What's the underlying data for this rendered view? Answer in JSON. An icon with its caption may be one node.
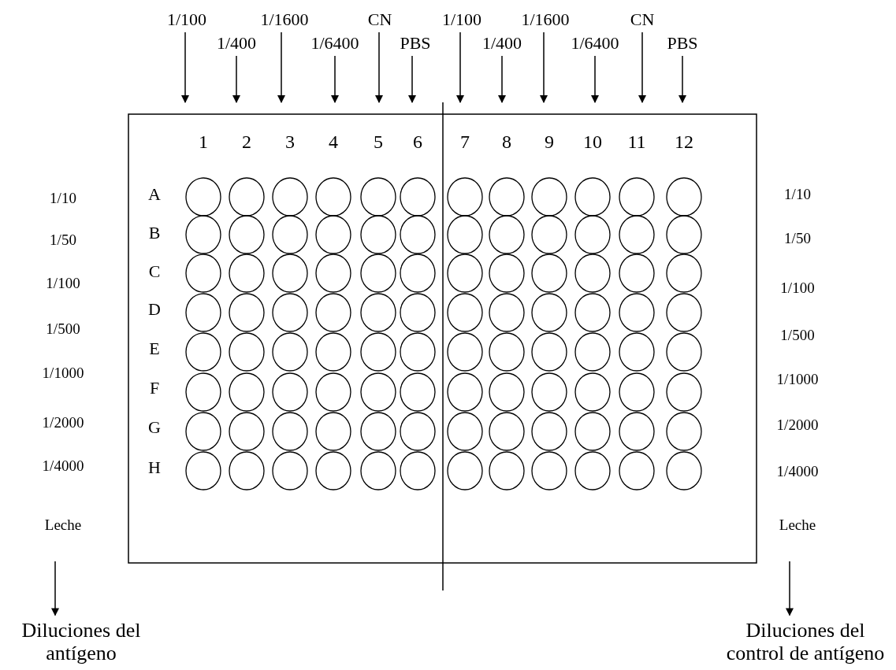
{
  "diagram": {
    "nodes": [
      {
        "text": [
          "1/100"
        ]
      },
      {
        "text": [
          "1/400"
        ]
      },
      {
        "text": [
          "1/1600"
        ]
      },
      {
        "text": [
          "1/6400"
        ]
      },
      {
        "text": [
          "CN"
        ]
      },
      {
        "text": [
          "PBS"
        ]
      },
      {
        "text": [
          "1/100"
        ]
      },
      {
        "text": [
          "1/400"
        ]
      },
      {
        "text": [
          "1/1600"
        ]
      },
      {
        "text": [
          "1/6400"
        ]
      },
      {
        "text": [
          "CN"
        ]
      },
      {
        "text": [
          "PBS"
        ]
      },
      {
        "text": [
          "Leche"
        ]
      },
      {
        "text": [
          "Diluciones del antígeno"
        ]
      },
      {
        "text": [
          "Leche"
        ]
      },
      {
        "text": [
          "Diluciones del control de antígeno"
        ]
      }
    ],
    "edges": [
      {
        "from": 0,
        "to": null,
        "arrow": "to"
      },
      {
        "from": 1,
        "to": null,
        "arrow": "to"
      },
      {
        "from": 2,
        "to": null,
        "arrow": "to"
      },
      {
        "from": 3,
        "to": null,
        "arrow": "to"
      },
      {
        "from": 4,
        "to": null,
        "arrow": "to"
      },
      {
        "from": 5,
        "to": null,
        "arrow": "to"
      },
      {
        "from": 6,
        "to": null,
        "arrow": "to"
      },
      {
        "from": 7,
        "to": null,
        "arrow": "to"
      },
      {
        "from": 8,
        "to": null,
        "arrow": "to"
      },
      {
        "from": 9,
        "to": null,
        "arrow": "to"
      },
      {
        "from": 10,
        "to": null,
        "arrow": "to"
      },
      {
        "from": 11,
        "to": null,
        "arrow": "to"
      },
      {
        "from": 12,
        "to": 13,
        "arrow": "to"
      },
      {
        "from": 14,
        "to": 15,
        "arrow": "to"
      }
    ],
    "labels": [
      "1",
      "2",
      "3",
      "4",
      "5",
      "6",
      "7",
      "8",
      "9",
      "10",
      "11",
      "12",
      "A",
      "B",
      "C",
      "D",
      "E",
      "F",
      "G",
      "H",
      "1/10",
      "1/50",
      "1/100",
      "1/500",
      "1/1000",
      "1/2000",
      "1/4000",
      "1/10",
      "1/50",
      "1/100",
      "1/500",
      "1/1000",
      "1/2000",
      "1/4000"
    ]
  }
}
